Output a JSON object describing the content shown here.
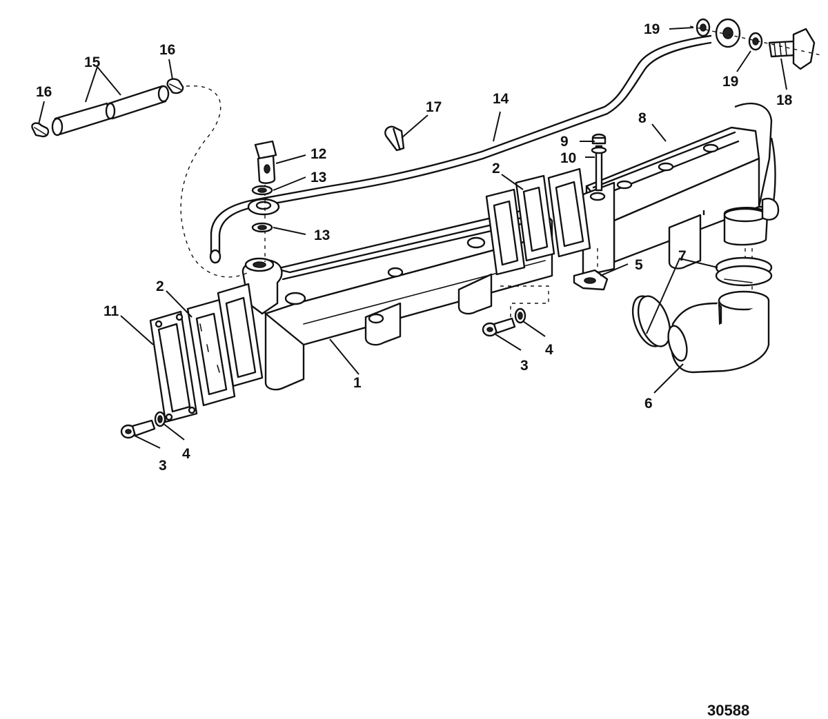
{
  "diagram": {
    "figure_number": "30588",
    "callouts": [
      {
        "id": "c1",
        "label": "1"
      },
      {
        "id": "c2a",
        "label": "2"
      },
      {
        "id": "c2b",
        "label": "2"
      },
      {
        "id": "c3a",
        "label": "3"
      },
      {
        "id": "c3b",
        "label": "3"
      },
      {
        "id": "c4a",
        "label": "4"
      },
      {
        "id": "c4b",
        "label": "4"
      },
      {
        "id": "c5",
        "label": "5"
      },
      {
        "id": "c6",
        "label": "6"
      },
      {
        "id": "c7",
        "label": "7"
      },
      {
        "id": "c8",
        "label": "8"
      },
      {
        "id": "c9",
        "label": "9"
      },
      {
        "id": "c10",
        "label": "10"
      },
      {
        "id": "c11",
        "label": "11"
      },
      {
        "id": "c12",
        "label": "12"
      },
      {
        "id": "c13a",
        "label": "13"
      },
      {
        "id": "c13b",
        "label": "13"
      },
      {
        "id": "c14",
        "label": "14"
      },
      {
        "id": "c15",
        "label": "15"
      },
      {
        "id": "c16a",
        "label": "16"
      },
      {
        "id": "c16b",
        "label": "16"
      },
      {
        "id": "c17",
        "label": "17"
      },
      {
        "id": "c18",
        "label": "18"
      },
      {
        "id": "c19a",
        "label": "19"
      },
      {
        "id": "c19b",
        "label": "19"
      }
    ]
  }
}
